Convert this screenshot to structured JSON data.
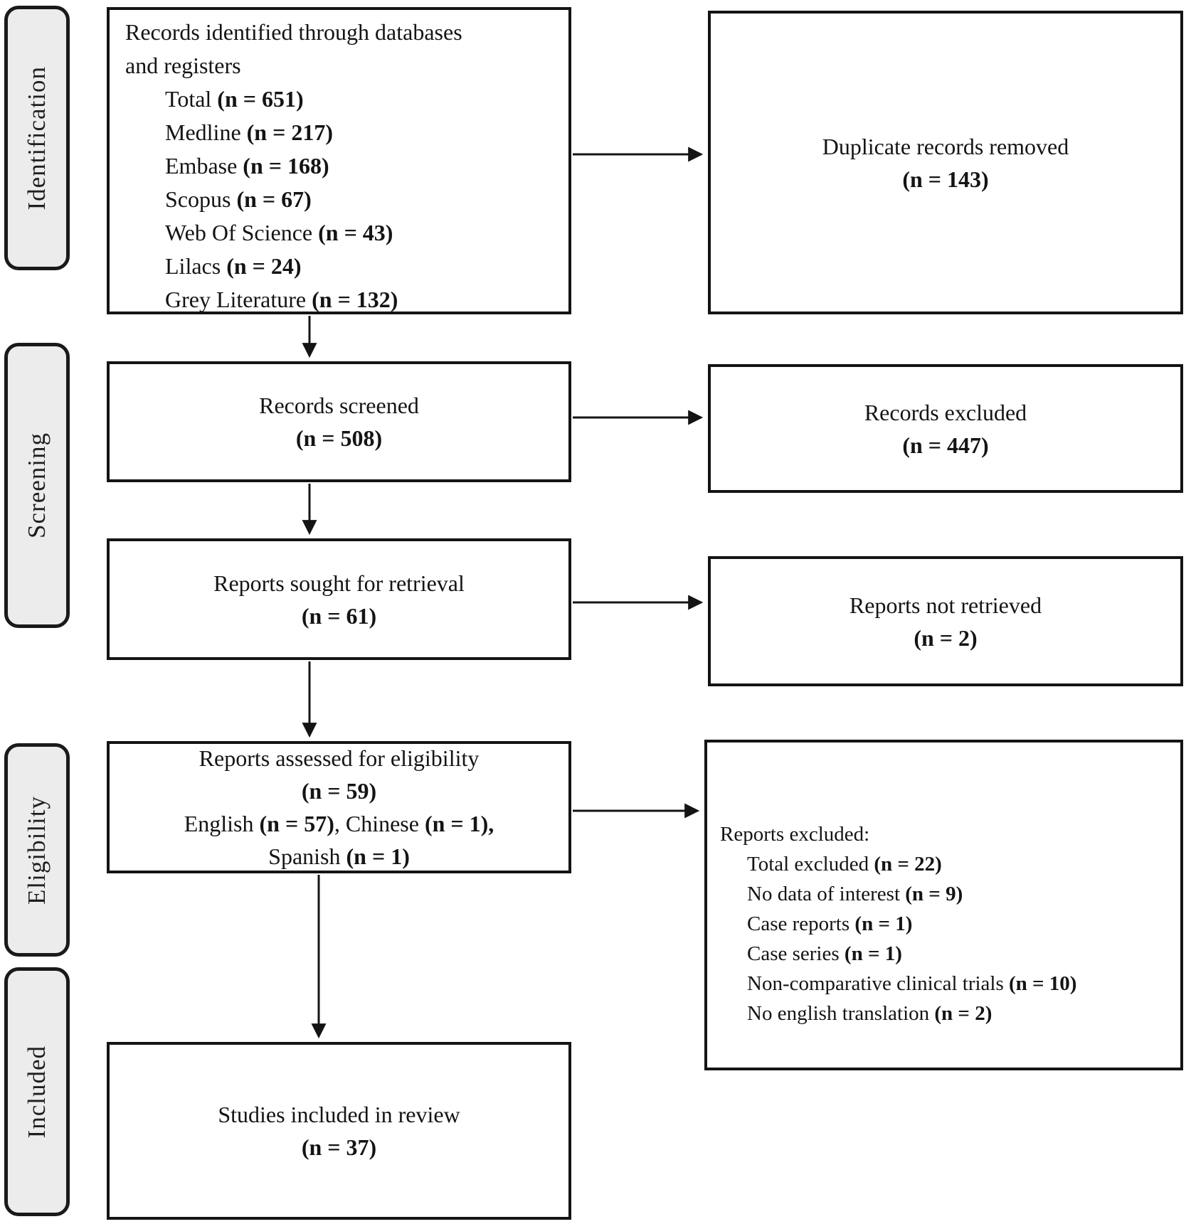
{
  "stages": [
    {
      "label": "Identification"
    },
    {
      "label": "Screening"
    },
    {
      "label": "Eligibility"
    },
    {
      "label": "Included"
    }
  ],
  "boxes": {
    "identification": {
      "title1": "Records identified through databases",
      "title2": "and registers",
      "items": [
        {
          "label": "Total ",
          "count": "(n = 651)"
        },
        {
          "label": "Medline ",
          "count": "(n = 217)"
        },
        {
          "label": "Embase ",
          "count": "(n = 168)"
        },
        {
          "label": "Scopus ",
          "count": "(n = 67)"
        },
        {
          "label": "Web Of Science ",
          "count": "(n = 43)"
        },
        {
          "label": "Lilacs ",
          "count": "(n = 24)"
        },
        {
          "label": "Grey Literature ",
          "count": "(n = 132)"
        }
      ]
    },
    "duplicates_removed": {
      "line1": "Duplicate records removed",
      "count": "(n = 143)"
    },
    "records_screened": {
      "line1": "Records screened",
      "count": "(n = 508)"
    },
    "records_excluded": {
      "line1": "Records excluded",
      "count": "(n = 447)"
    },
    "reports_sought": {
      "line1": "Reports sought for retrieval",
      "count": "(n = 61)"
    },
    "reports_not_retrieved": {
      "line1": "Reports not retrieved",
      "count": "(n = 2)"
    },
    "reports_assessed": {
      "line1": "Reports assessed for eligibility",
      "count": "(n = 59)",
      "parts": [
        "English ",
        "(n = 57)",
        ", Chinese ",
        "(n = 1),",
        "Spanish ",
        "(n = 1)"
      ]
    },
    "reports_excluded": {
      "title": "Reports excluded:",
      "items": [
        {
          "label": "Total excluded ",
          "count": "(n = 22)"
        },
        {
          "label": "No data of interest ",
          "count": "(n = 9)"
        },
        {
          "label": "Case reports ",
          "count": "(n = 1)"
        },
        {
          "label": "Case series ",
          "count": "(n = 1)"
        },
        {
          "label": "Non-comparative clinical trials ",
          "count": "(n = 10)"
        },
        {
          "label": "No english translation ",
          "count": "(n = 2)"
        }
      ]
    },
    "studies_included": {
      "line1": "Studies included in review",
      "count": "(n = 37)"
    }
  },
  "colors": {
    "box_border": "#141414",
    "stage_fill": "#ececec",
    "background": "#ffffff",
    "text": "#141414"
  }
}
